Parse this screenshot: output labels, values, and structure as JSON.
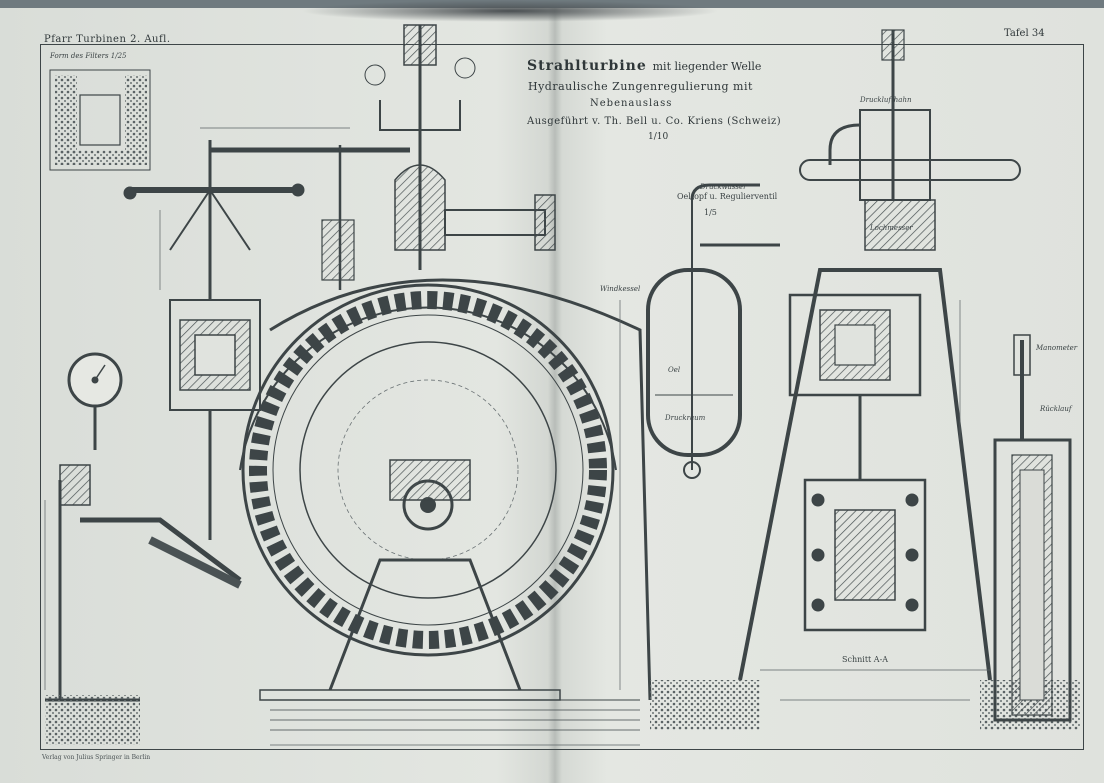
{
  "header": {
    "left": "Pfarr Turbinen  2. Aufl.",
    "right": "Tafel 34"
  },
  "title": {
    "main": "Strahlturbine",
    "main_suffix": "mit liegender Welle",
    "sub1": "Hydraulische Zungenregulierung mit",
    "sub2": "Nebenauslass",
    "sub3": "Ausgeführt v. Th. Bell u. Co. Kriens (Schweiz)",
    "scale": "1/10"
  },
  "labels": {
    "inset": "Form des Filters 1/25",
    "oeltopf": "Oeltopf u. Regulierventil",
    "oeltopf_scale": "1/5",
    "schnitt": "Schnitt A-A",
    "druckwasser": "Druckwasser",
    "drucklusthahn": "Drucklufthahn",
    "windkessel": "Windkessel",
    "manometer": "Manometer",
    "lochmesser": "Lochmesser",
    "druckraum": "Druckraum",
    "oel": "Oel",
    "dampfkanal": "Rücklauf"
  },
  "footer": "Verlag von Julius Springer in Berlin",
  "colors": {
    "paper": "#e0e3de",
    "ink": "#3d4547",
    "hatch": "#4a5254",
    "background": "#6f7a7f"
  }
}
